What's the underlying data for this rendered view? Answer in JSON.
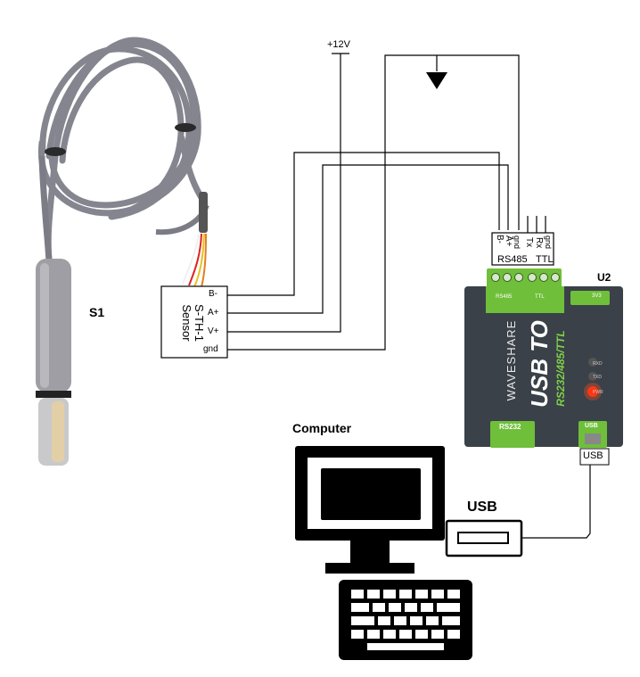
{
  "sensor": {
    "ref": "S1",
    "title_line1": "S-TH-1",
    "title_line2": "Sensor",
    "pins": [
      "B-",
      "A+",
      "V+",
      "gnd"
    ]
  },
  "power": {
    "label": "+12V"
  },
  "converter": {
    "ref": "U2",
    "rs485_pins": [
      "B-",
      "A+",
      "gnd"
    ],
    "ttl_pins": [
      "Tx",
      "Rx",
      "gnd"
    ],
    "rs485_label": "RS485",
    "ttl_label": "TTL",
    "brand": "WAVESHARE",
    "product_line1": "USB TO",
    "product_line2": "RS232/485/TTL",
    "terminal_rs485": "RS485",
    "terminal_ttl": "TTL",
    "port_rs232": "RS232",
    "port_usb": "USB",
    "usb_tag": "USB",
    "led_labels": [
      "PWR",
      "TXD",
      "RXD"
    ],
    "switch_label": "3V3"
  },
  "computer": {
    "label": "Computer",
    "usb_label": "USB"
  },
  "colors": {
    "cable": "#8a8a94",
    "probe": "#a3a3a8",
    "converter_body": "#3a4148",
    "converter_green": "#6fbf3a",
    "led_red": "#ff2a10"
  }
}
